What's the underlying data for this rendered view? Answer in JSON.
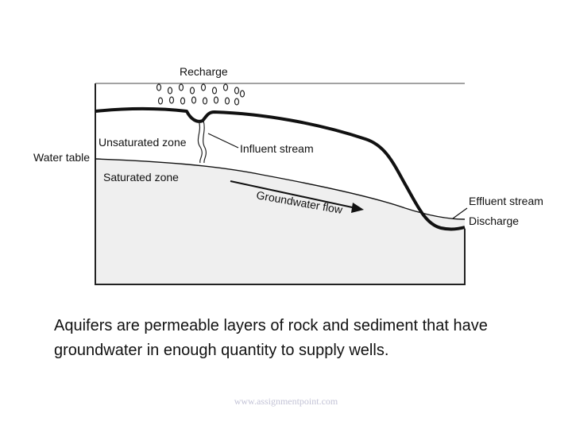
{
  "diagram": {
    "labels": {
      "recharge": "Recharge",
      "unsaturated_zone": "Unsaturated zone",
      "water_table": "Water table",
      "saturated_zone": "Saturated zone",
      "influent_stream": "Influent stream",
      "groundwater_flow": "Groundwater flow",
      "effluent_stream": "Effluent stream",
      "discharge": "Discharge"
    },
    "colors": {
      "saturated_zone_fill": "#efefef",
      "unsaturated_zone_fill": "#ffffff",
      "line": "#111111"
    }
  },
  "caption": "Aquifers are permeable layers of rock and sediment that have groundwater in enough quantity to supply wells.",
  "watermark": "www.assignmentpoint.com"
}
